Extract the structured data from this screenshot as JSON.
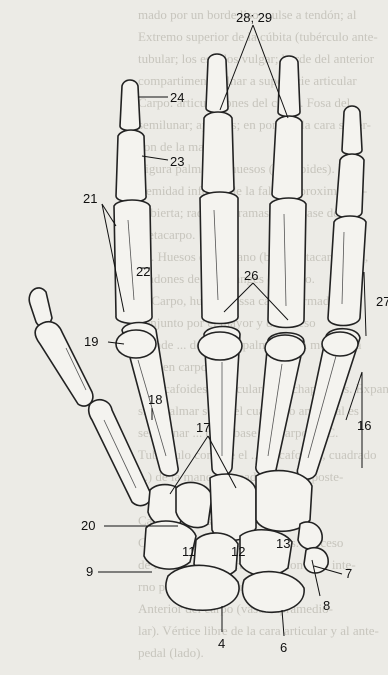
{
  "background_text": [
    "mado por un borde liso, pulse a tendón; al",
    "Extremo superior de la cúbita (tubérculo ante-",
    "tubular; los estados vulgar; borde del anterior",
    "compartimento ulnar a superficie articular",
    "Carpo: articulaciones del carpo. Fosa del",
    "semilunar; apófisis; en portada la cara super-",
    "aon de la mano.",
    "Figura palmar de huesos (escafoides). Ex-",
    "tremidad inferior de la falange proximal, re-",
    "cubierta; radio; las ramas de la base del",
    "metacarpo.",
    "15. Huesos de la mano (base metacarpianos,",
    "tendones de las falanges de carpo.",
    "a) Carpo, huesos (ossa carpi) formados",
    "conjunto por el mayor y del hueso",
    "grande ... de la cara palmar de la mano y la",
    "cara en carpo.",
    "1. Escafoides, navicular; alta-chapsoides. Expan-",
    "sión palmar sobre el cual se lo ancestral es",
    "semilunar ... de la base del carpo. B.C.",
    "Tuberculo con que el ... (escafoides, cuadrado",
    "...) de la mano, formado por cara poste-",
    "rior ...",
    "Carpo, huesos ... C",
    "Clave: los pequeños carpianos. Proceso",
    "de la cara ... muestra lateral con lado inte-",
    "rno por ... (ver carpo).",
    "Anterior del carpo (vaso supramedio-",
    "lar). Vértice libre de la cara articular y al ante-",
    "pedal (lado)."
  ],
  "labels": {
    "l24": "24",
    "l2829": "28; 29",
    "l23": "23",
    "l21": "21",
    "l22": "22",
    "l26": "26",
    "l27": "27",
    "l19": "19",
    "l18": "18",
    "l16": "16",
    "l17": "17",
    "l20": "20",
    "l11": "11",
    "l12": "12",
    "l13": "13",
    "l9": "9",
    "l7": "7",
    "l8": "8",
    "l4": "4",
    "l6": "6"
  }
}
